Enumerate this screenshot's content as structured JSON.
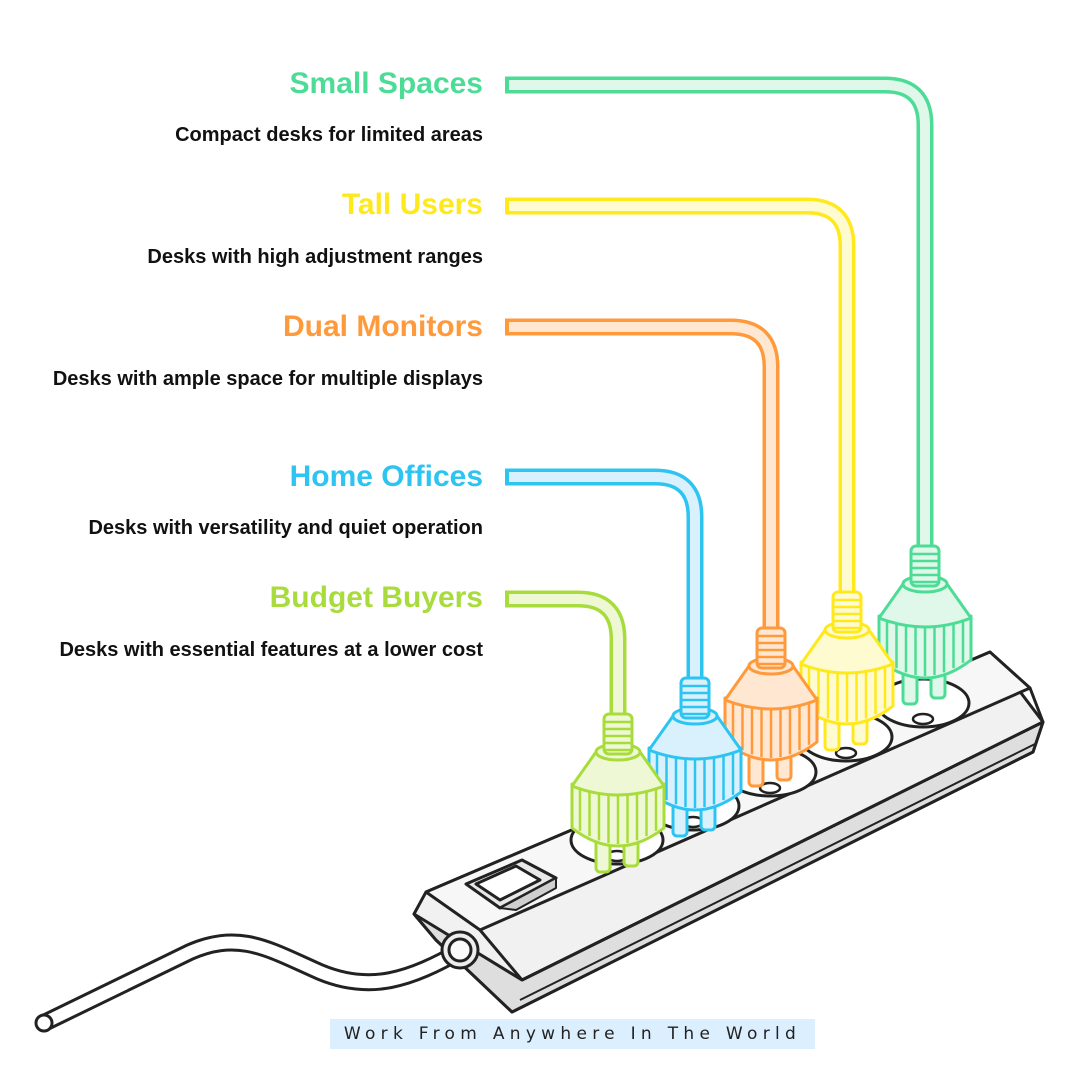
{
  "items": [
    {
      "title": "Small Spaces",
      "desc": "Compact desks for limited areas",
      "color": "#4cdc96",
      "fill": "#dff8ea"
    },
    {
      "title": "Tall Users",
      "desc": "Desks with high adjustment ranges",
      "color": "#ffe81c",
      "fill": "#fffbd0"
    },
    {
      "title": "Dual Monitors",
      "desc": "Desks with ample space for multiple displays",
      "color": "#ff9a3c",
      "fill": "#ffe7d2"
    },
    {
      "title": "Home Offices",
      "desc": "Desks with versatility and quiet operation",
      "color": "#2ec4f2",
      "fill": "#d8f1fc"
    },
    {
      "title": "Budget Buyers",
      "desc": "Desks with essential features at a lower cost",
      "color": "#a8dc3c",
      "fill": "#eff8d5"
    }
  ],
  "footer": {
    "text": "Work From Anywhere In The World"
  },
  "icons": {
    "power_strip": "power-strip-icon",
    "plug": "plug-icon",
    "switch": "switch-icon"
  }
}
